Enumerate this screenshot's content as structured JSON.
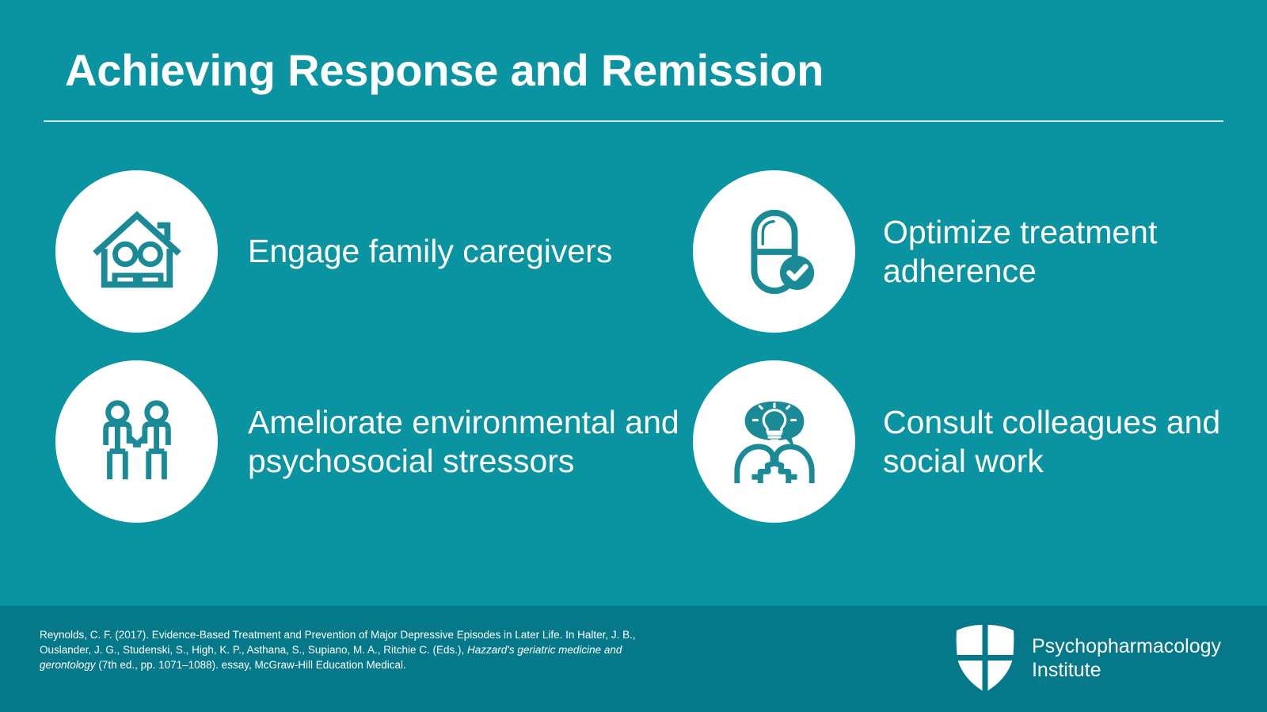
{
  "slide": {
    "title": "Achieving Response and Remission",
    "background_color": "#0a93a0",
    "footer_color": "#05788a",
    "icon_color": "#1a8a96",
    "text_color": "#ffffff"
  },
  "items": [
    {
      "icon": "house-family-icon",
      "label": "Engage family caregivers"
    },
    {
      "icon": "pill-check-icon",
      "label": "Optimize treatment adherence"
    },
    {
      "icon": "handshake-people-icon",
      "label": "Ameliorate environmental and psychosocial stressors"
    },
    {
      "icon": "heads-lightbulb-icon",
      "label": "Consult colleagues and social work"
    }
  ],
  "footer": {
    "citation": {
      "part1": "Reynolds, C. F. (2017). Evidence-Based Treatment and Prevention of Major Depressive Episodes in Later Life. In Halter, J. B., Ouslander, J. G., Studenski, S., High, K. P., Asthana, S., Supiano, M. A., Ritchie C. (Eds.), ",
      "italic1": "Hazzard's geriatric medicine and gerontology",
      "part2": " (7th ed., pp. 1071–1088). essay, McGraw-Hill Education Medical."
    },
    "logo": {
      "mark": "shield-logo-icon",
      "line1": "Psychopharmacology",
      "line2": "Institute"
    }
  }
}
